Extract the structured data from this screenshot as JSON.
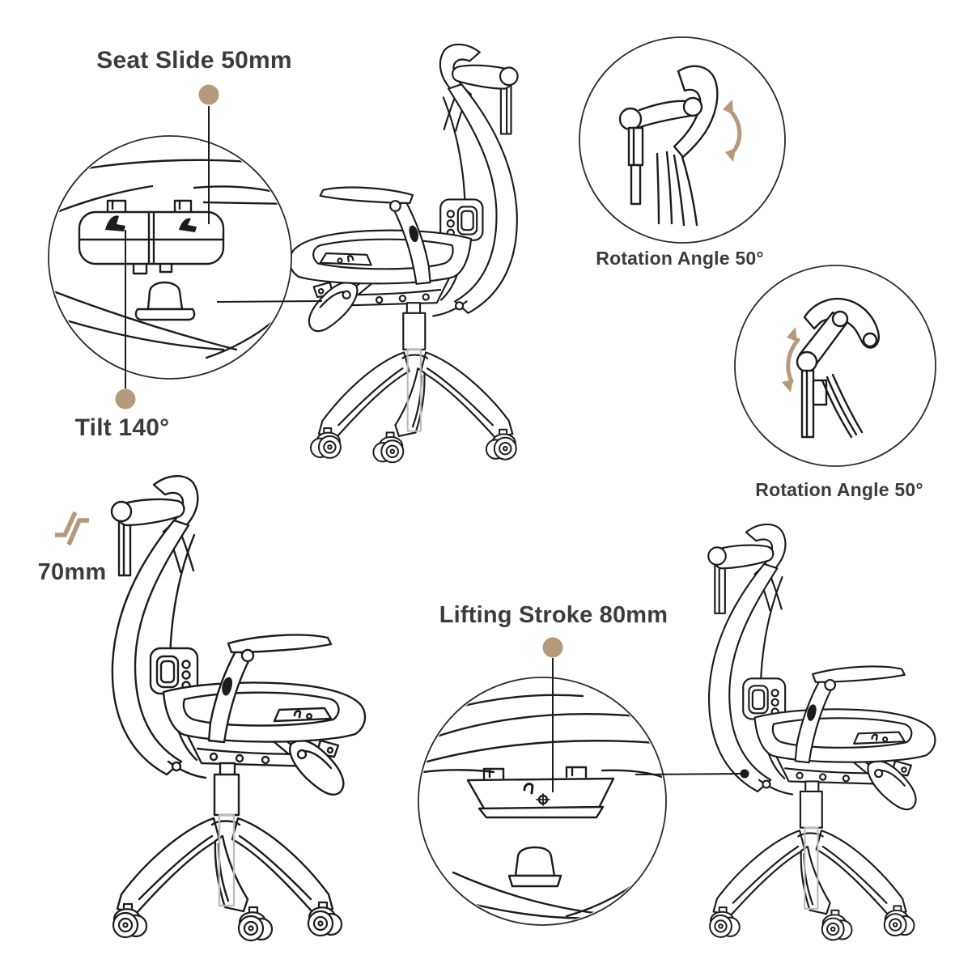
{
  "annotations": {
    "seat_slide": {
      "text": "Seat Slide 50mm"
    },
    "tilt": {
      "text": "Tilt 140°"
    },
    "rotation_angle_top": {
      "text": "Rotation Angle 50°"
    },
    "rotation_angle_mid": {
      "text": "Rotation Angle 50°"
    },
    "headrest_height": {
      "text": "70mm"
    },
    "lifting_stroke": {
      "text": "Lifting Stroke 80mm"
    }
  },
  "colors": {
    "line": "#1c1c1c",
    "accent_tan": "#b5997b",
    "text": "#3c3c3c",
    "piston_gray": "#bcbcbc"
  },
  "icons": {
    "callout_dot": "round tan marker",
    "up_down_arrows": "tan double half-arrows (up/down travel)",
    "rotation_arrow": "tan curved double-headed arrow"
  },
  "illustrations": {
    "top_chair": "Ergonomic office chair, side view facing left",
    "bottom_left_chair": "Ergonomic office chair, side view facing right",
    "bottom_right_chair": "Ergonomic office chair, side view facing right",
    "detail_seat_slide_tilt": "Close-up circle: seat-slide / tilt levers under seat",
    "detail_headrest_rotation_1": "Close-up circle: headrest rotation mechanism",
    "detail_headrest_rotation_2": "Close-up circle: headrest rotation mechanism raised",
    "detail_lifting_stroke": "Close-up circle: lifting lever under seat"
  }
}
